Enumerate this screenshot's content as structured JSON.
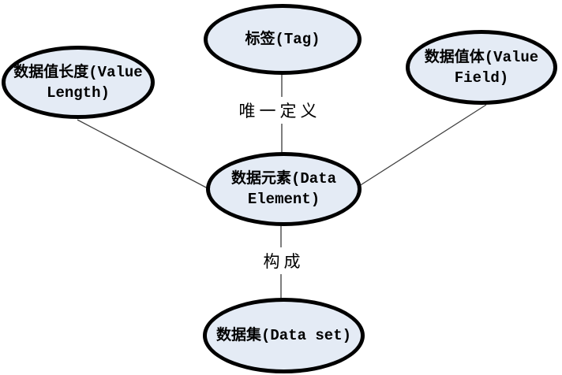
{
  "diagram": {
    "nodes": [
      {
        "id": "tag",
        "lines": [
          "标签(Tag)"
        ]
      },
      {
        "id": "value-length",
        "lines": [
          "数据值长度(Value",
          "Length)"
        ]
      },
      {
        "id": "value-field",
        "lines": [
          "数据值体(Value",
          "Field)"
        ]
      },
      {
        "id": "data-element",
        "lines": [
          "数据元素(Data",
          "Element)"
        ]
      },
      {
        "id": "data-set",
        "lines": [
          "数据集(Data set)"
        ]
      }
    ],
    "edges": [
      {
        "from": "tag",
        "to": "data-element",
        "label": "唯一定义"
      },
      {
        "from": "data-element",
        "to": "data-set",
        "label": "构成"
      },
      {
        "from": "value-length",
        "to": "data-element",
        "label": ""
      },
      {
        "from": "value-field",
        "to": "data-element",
        "label": ""
      }
    ],
    "colors": {
      "background": "#ffffff",
      "node_fill": "#e4ebf5",
      "node_border": "#000000",
      "vertical_edge_line": "#7f7f7f",
      "diagonal_edge_line": "#404040",
      "text": "#000000"
    }
  }
}
